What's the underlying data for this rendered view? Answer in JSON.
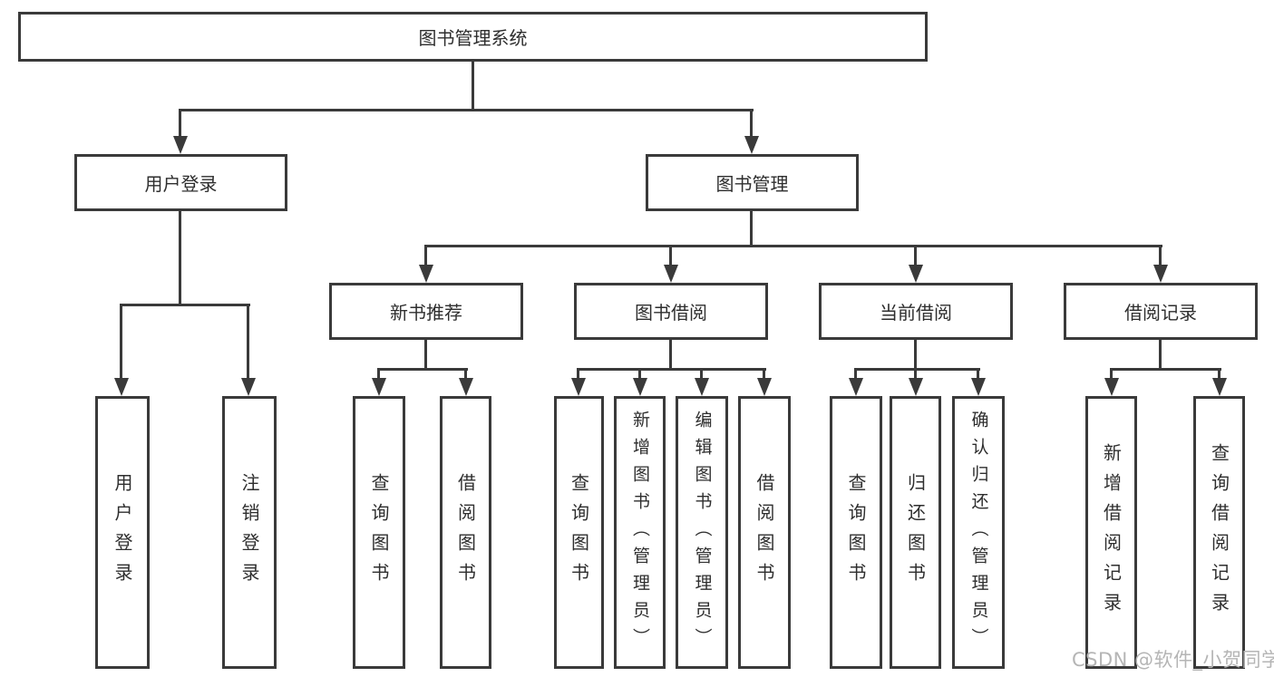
{
  "tree": {
    "root": "图书管理系统",
    "children": [
      {
        "label": "用户登录",
        "children": [
          "用户登录",
          "注销登录"
        ]
      },
      {
        "label": "图书管理",
        "children": [
          {
            "label": "新书推荐",
            "children": [
              "查询图书",
              "借阅图书"
            ]
          },
          {
            "label": "图书借阅",
            "children": [
              "查询图书",
              "新增图书（管理员）",
              "编辑图书（管理员）",
              "借阅图书"
            ]
          },
          {
            "label": "当前借阅",
            "children": [
              "查询图书",
              "归还图书",
              "确认归还（管理员）"
            ]
          },
          {
            "label": "借阅记录",
            "children": [
              "新增借阅记录",
              "查询借阅记录"
            ]
          }
        ]
      }
    ]
  },
  "watermark": {
    "text": "CSDN @软件_小贺同学"
  },
  "colors": {
    "line": "#3a3a3a",
    "text": "#2e2e2e",
    "watermark": "#b5b5b5",
    "background": "#ffffff"
  }
}
